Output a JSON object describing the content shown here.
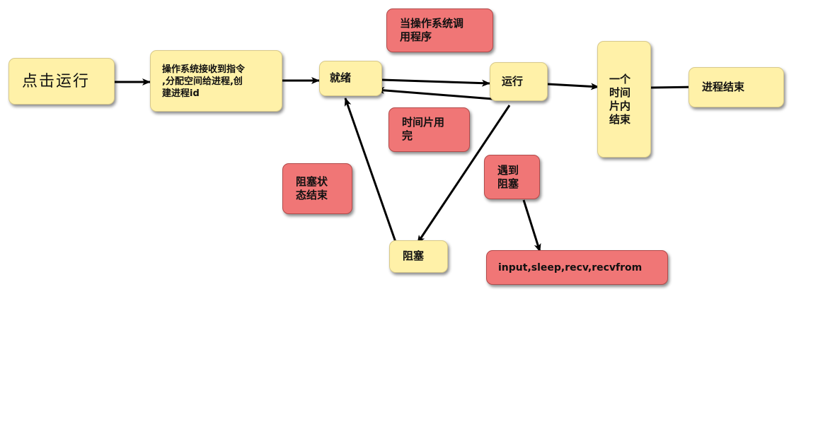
{
  "colors": {
    "state_fill": "#fff1a8",
    "label_fill": "#f07676",
    "arrow": "#000000"
  },
  "nodes": {
    "start": "点击运行",
    "os_receive": "操作系统接收到指令\n,分配空间给进程,创\n建进程id",
    "ready": "就绪",
    "running": "运行",
    "slice_end": "一个\n时间\n片内\n结束",
    "process_end": "进程结束",
    "blocked": "阻塞"
  },
  "labels": {
    "os_call": "当操作系统调\n用程序",
    "time_slice_used": "时间片用\n完",
    "block_ended": "阻塞状\n态结束",
    "encounter_block": "遇到\n阻塞",
    "block_examples": "input,sleep,recv,recvfrom"
  }
}
